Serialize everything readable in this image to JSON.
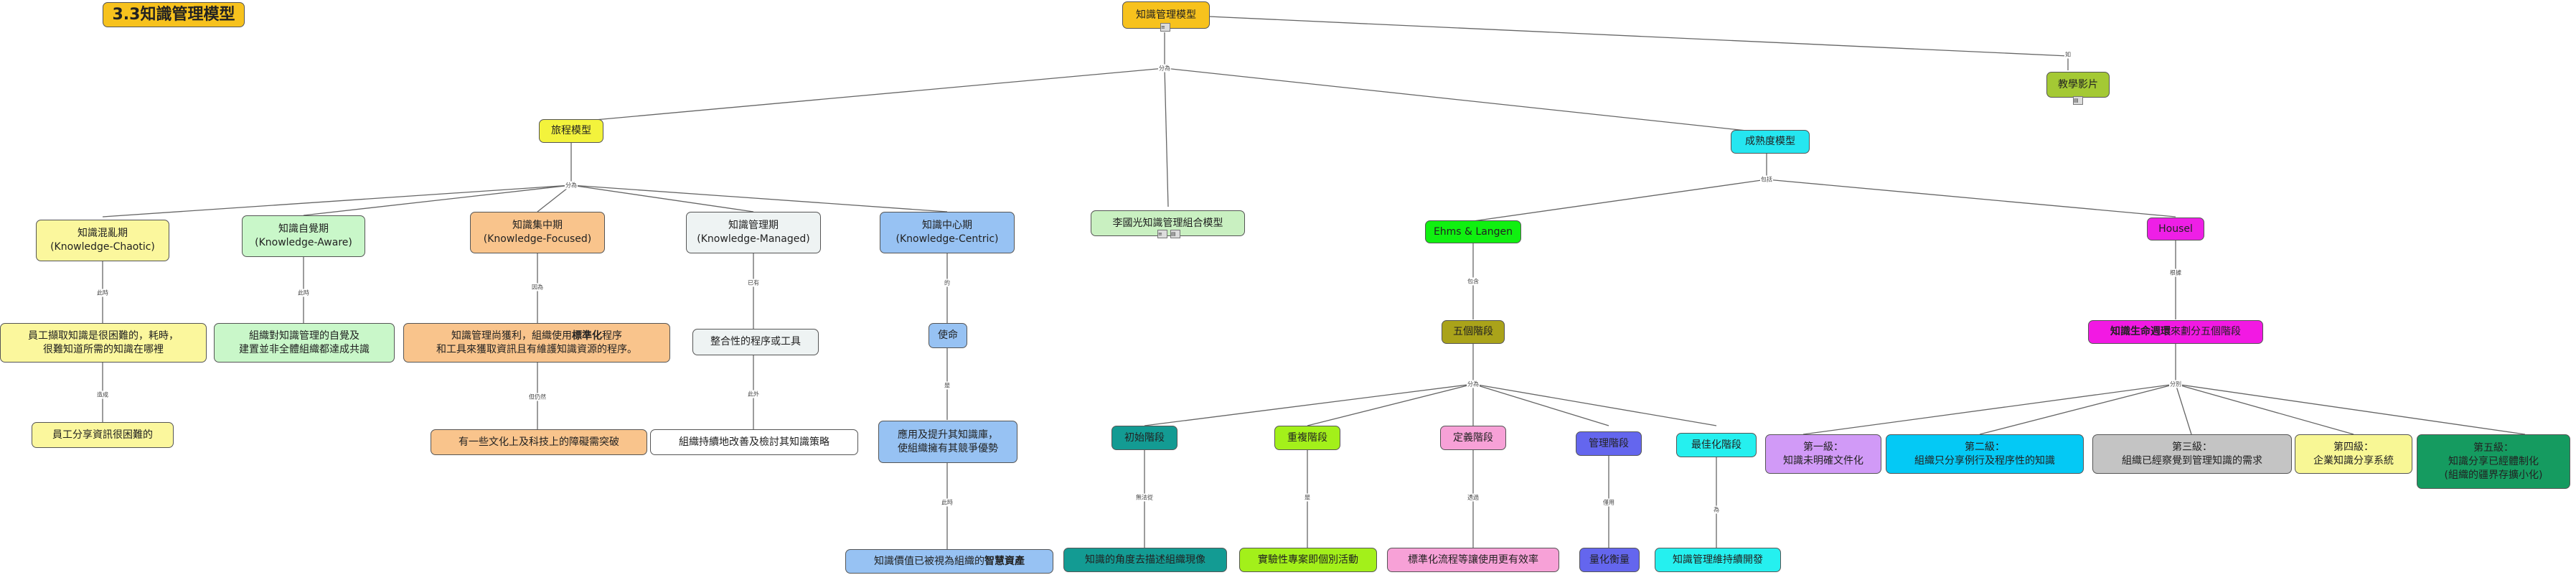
{
  "title": "3.3知識管理模型",
  "nodes": {
    "root": "知識管理模型",
    "video": "教學影片",
    "process": "旅程模型",
    "li": "李國光知識管理組合模型",
    "maturity": "成熟度模型",
    "chaotic1": "知識混亂期",
    "chaotic2": "(Knowledge-Chaotic)",
    "aware1": "知識自覺期",
    "aware2": "(Knowledge-Aware)",
    "focused1": "知識集中期",
    "focused2": "(Knowledge-Focused)",
    "managed1": "知識管理期",
    "managed2": "(Knowledge-Managed)",
    "centric1": "知識中心期",
    "centric2": "(Knowledge-Centric)",
    "chaotic_d1": "員工擷取知識是很困難的，耗時，",
    "chaotic_d2": "很難知道所需的知識在哪裡",
    "chaotic_d3": "員工分享資訊很困難的",
    "aware_d1": "組織對知識管理的自覺及",
    "aware_d2": "建置並非全體組織都達成共識",
    "focused_d1a": "知識管理尚獲利，組織使用",
    "focused_d1b": "標準化",
    "focused_d1c": "程序",
    "focused_d2": "和工具來獲取資訊且有維護知識資源的程序。",
    "focused_d3": "有一些文化上及科技上的障礙需突破",
    "managed_d1": "整合性的程序或工具",
    "managed_d2": "組織持續地改善及檢討其知識策略",
    "centric_d1": "使命",
    "centric_d2a": "應用及提升其知識庫，",
    "centric_d2b": "使組織擁有其競爭優勢",
    "centric_d3a": "知識價值已被視為組織的",
    "centric_d3b": "智慧資產",
    "ehms": "Ehms & Langen",
    "five": "五個階段",
    "initial": "初始階段",
    "repeat": "重複階段",
    "defined": "定義階段",
    "manage": "管理階段",
    "optimize": "最佳化階段",
    "initial_d": "知識的角度去描述組織現像",
    "repeat_d": "實驗性專案即個別活動",
    "defined_d": "標準化流程等讓使用更有效率",
    "manage_d": "量化衡量",
    "optimize_d": "知識管理維持續開發",
    "housel": "Housel",
    "lifecycle_b": "知識生命週環",
    "lifecycle_r": "來劃分五個階段",
    "lv1a": "第一級：",
    "lv1b": "知識未明確文件化",
    "lv2a": "第二級：",
    "lv2b": "組織只分享例行及程序性的知識",
    "lv3a": "第三級：",
    "lv3b": "組織已經察覺到管理知識的需求",
    "lv4a": "第四級：",
    "lv4b": "企業知識分享系統",
    "lv5a": "第五級：",
    "lv5b": "知識分享已經體制化",
    "lv5c": "(組織的疆界存擴小化)"
  },
  "labels": {
    "root_split": "分為",
    "root_video": "如",
    "process_split": "分為",
    "maturity_split": "包括",
    "chaotic_1": "此時",
    "chaotic_2": "造成",
    "aware_1": "此時",
    "focused_1": "因為",
    "focused_2": "但仍然",
    "managed_1": "已有",
    "managed_2": "此外",
    "centric_1": "的",
    "centric_2": "是",
    "centric_3": "此時",
    "ehms_1": "包含",
    "five_split": "分為",
    "initial_1": "無法從",
    "repeat_1": "是",
    "defined_1": "透過",
    "manage_1": "僅用",
    "optimize_1": "為",
    "housel_1": "根據",
    "lifecycle_split": "分別"
  },
  "icons": {
    "root": "≡",
    "li_a": "≡",
    "li_b": "▤",
    "video": "▤"
  },
  "colors": {
    "title": "#f7c21d",
    "root": "#f7c21d",
    "process": "#f3f33c",
    "video": "#a4c934",
    "li": "#c9f0c1",
    "maturity": "#25e6f0",
    "chaotic": "#fbf79d",
    "aware": "#c9f7c9",
    "focused": "#f9c48c",
    "managed": "#eef3f3",
    "centric": "#97c2f3",
    "ehms": "#10f010",
    "five": "#aaa31a",
    "housel": "#ee1fe6",
    "lifecycle": "#f219e3",
    "initial": "#139b93",
    "repeat": "#a3f01a",
    "defined": "#f7a1d7",
    "manage": "#6466ee",
    "optimize": "#25f0ef",
    "lv1": "#d19af7",
    "lv2": "#04c9f5",
    "lv3": "#c4c4c4",
    "lv4": "#f8f795",
    "lv5": "#159b60"
  }
}
